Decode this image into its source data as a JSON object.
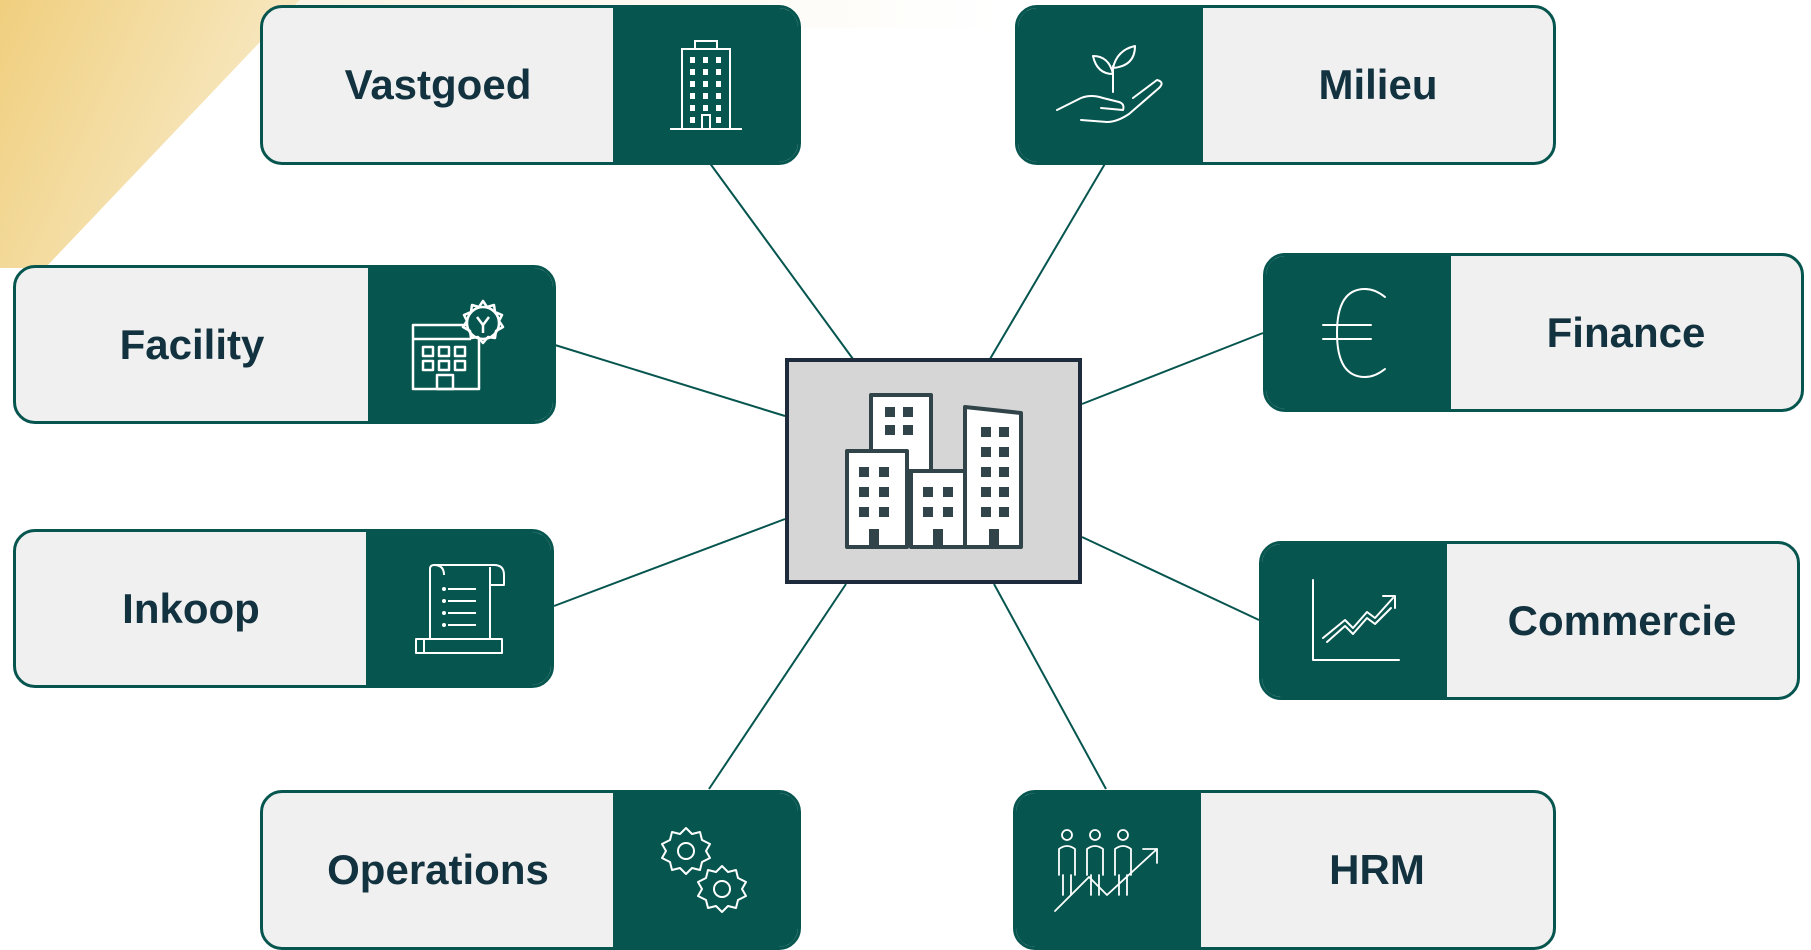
{
  "diagram": {
    "center": {
      "icon": "city-buildings-icon"
    },
    "nodes": [
      {
        "id": "vastgoed",
        "label": "Vastgoed",
        "icon": "office-building-icon"
      },
      {
        "id": "milieu",
        "label": "Milieu",
        "icon": "hand-plant-icon"
      },
      {
        "id": "facility",
        "label": "Facility",
        "icon": "building-gear-icon"
      },
      {
        "id": "finance",
        "label": "Finance",
        "icon": "euro-icon"
      },
      {
        "id": "inkoop",
        "label": "Inkoop",
        "icon": "receipt-scroll-icon"
      },
      {
        "id": "commercie",
        "label": "Commercie",
        "icon": "growth-chart-icon"
      },
      {
        "id": "operations",
        "label": "Operations",
        "icon": "gears-icon"
      },
      {
        "id": "hrm",
        "label": "HRM",
        "icon": "people-growth-icon"
      }
    ],
    "colors": {
      "accent": "#06554f",
      "label_text": "#12323f",
      "box_fill": "#f0f0f0",
      "center_fill": "#d6d6d6",
      "center_border": "#1e2b3c",
      "decor_gold": "#f2d48a"
    }
  }
}
